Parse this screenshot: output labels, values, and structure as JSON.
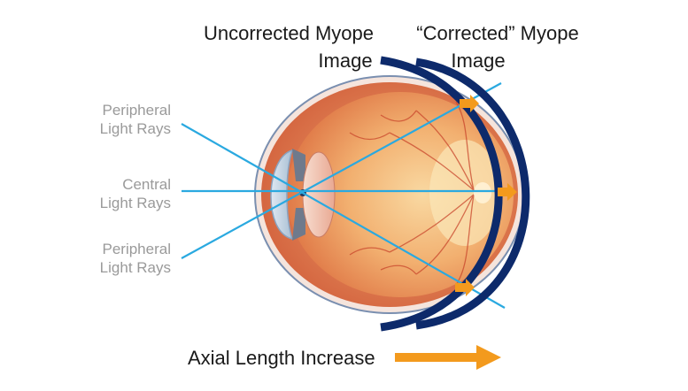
{
  "labels": {
    "uncorrected_line1": "Uncorrected Myope",
    "uncorrected_line2": "Image",
    "corrected_line1": "“Corrected” Myope",
    "corrected_line2": "Image",
    "peripheral_top_line1": "Peripheral",
    "peripheral_top_line2": "Light Rays",
    "central_line1": "Central",
    "central_line2": "Light Rays",
    "peripheral_bottom_line1": "Peripheral",
    "peripheral_bottom_line2": "Light Rays",
    "axial": "Axial Length Increase"
  },
  "colors": {
    "ray": "#2aa9e0",
    "image_shell": "#0d2a6b",
    "arrow": "#f39a1d",
    "eye_outer": "#e2744e",
    "eye_inner": "#f4b27a"
  }
}
